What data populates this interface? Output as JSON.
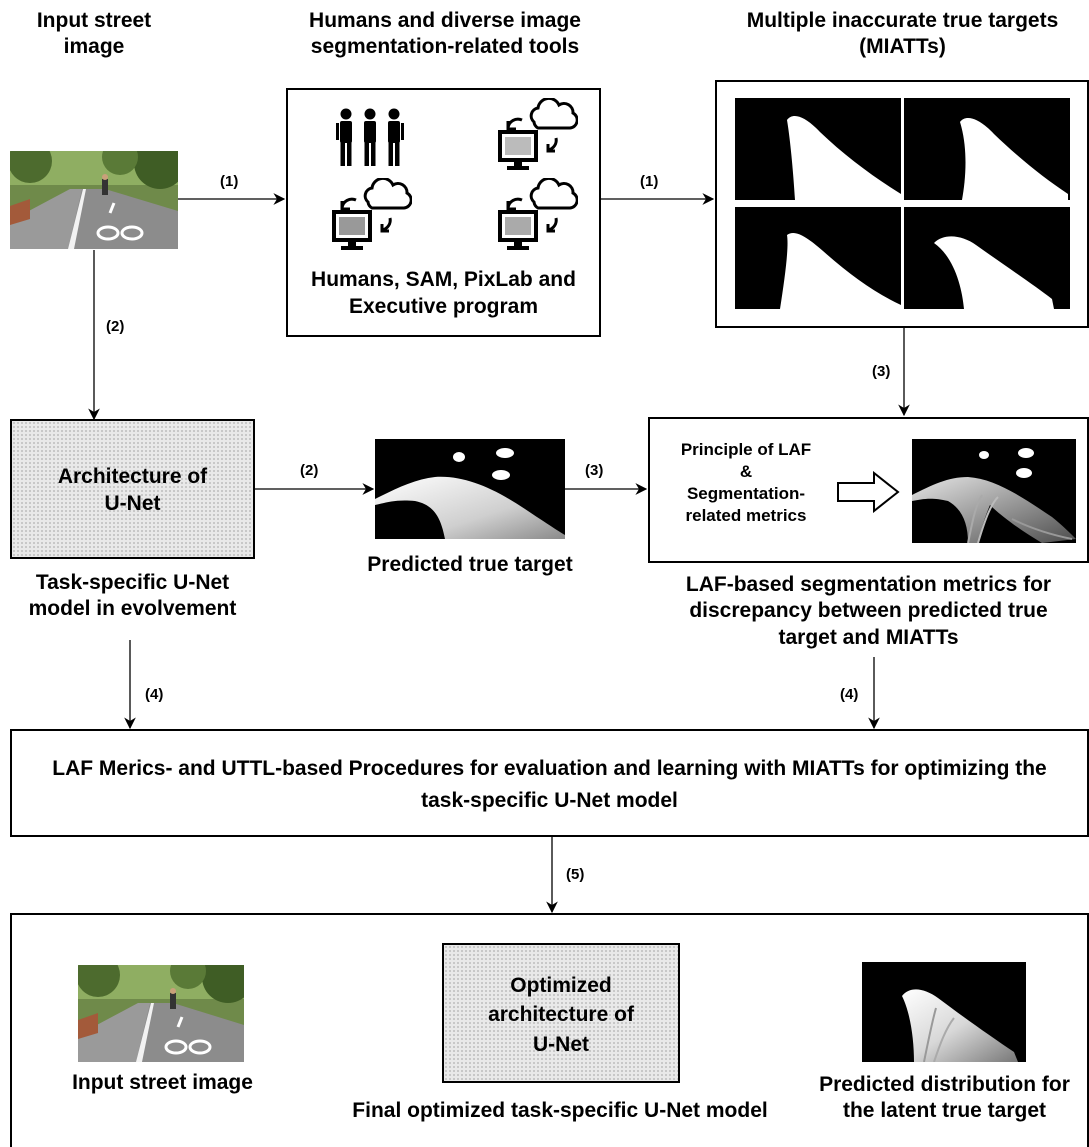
{
  "labels": {
    "input_title": "Input street\nimage",
    "tools_title": "Humans and diverse image\nsegmentation-related tools",
    "miatts_title": "Multiple inaccurate true targets\n(MIATTs)",
    "tools_caption": "Humans, SAM, PixLab and\nExecutive program",
    "unet_box": "Architecture of\nU-Net",
    "unet_caption": "Task-specific U-Net\nmodel in evolvement",
    "predicted_caption": "Predicted true target",
    "laf_principle": "Principle of LAF\n&\nSegmentation-\nrelated metrics",
    "laf_caption": "LAF-based segmentation metrics for\ndiscrepancy between predicted true\ntarget and MIATTs",
    "procedures_box": "LAF Merics- and UTTL-based Procedures for evaluation and learning with MIATTs for optimizing the\ntask-specific U-Net model",
    "final_input_caption": "Input street image",
    "optimized_box": "Optimized\narchitecture of\nU-Net",
    "final_model_caption": "Final optimized task-specific U-Net model",
    "distribution_caption": "Predicted distribution for\nthe latent true target"
  },
  "steps": {
    "s1a": "(1)",
    "s1b": "(1)",
    "s2a": "(2)",
    "s2b": "(2)",
    "s3a": "(3)",
    "s3b": "(3)",
    "s4a": "(4)",
    "s4b": "(4)",
    "s5": "(5)"
  },
  "icons": [
    "people-icon",
    "cloud-computer-icon",
    "cloud-computer-icon",
    "cloud-computer-icon"
  ]
}
